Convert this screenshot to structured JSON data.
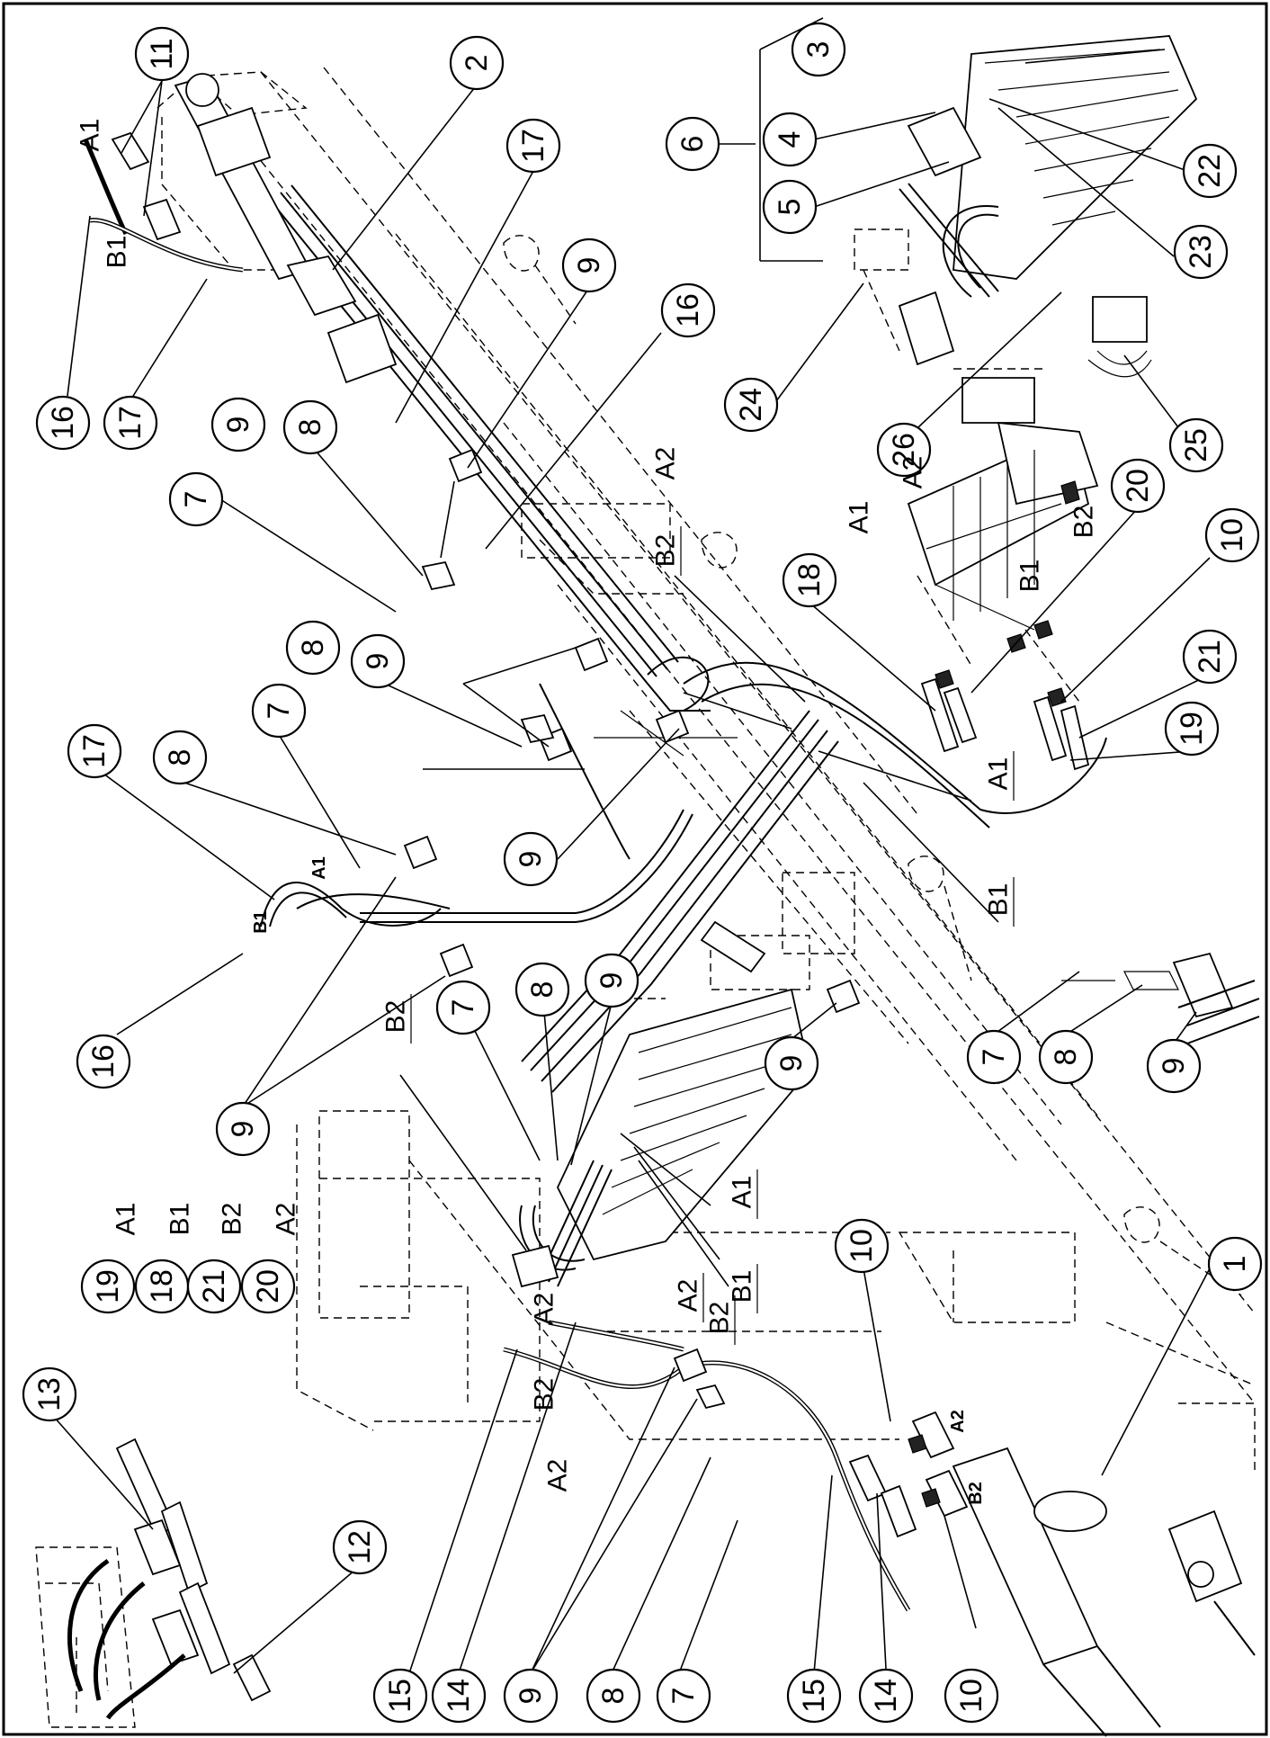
{
  "callouts": [
    {
      "label": "1"
    },
    {
      "label": "2"
    },
    {
      "label": "3"
    },
    {
      "label": "4"
    },
    {
      "label": "5"
    },
    {
      "label": "6"
    },
    {
      "label": "7"
    },
    {
      "label": "7"
    },
    {
      "label": "7"
    },
    {
      "label": "7"
    },
    {
      "label": "7"
    },
    {
      "label": "8"
    },
    {
      "label": "8"
    },
    {
      "label": "8"
    },
    {
      "label": "8"
    },
    {
      "label": "8"
    },
    {
      "label": "8"
    },
    {
      "label": "9"
    },
    {
      "label": "9"
    },
    {
      "label": "9"
    },
    {
      "label": "9"
    },
    {
      "label": "9"
    },
    {
      "label": "9"
    },
    {
      "label": "9"
    },
    {
      "label": "9"
    },
    {
      "label": "9"
    },
    {
      "label": "10"
    },
    {
      "label": "10"
    },
    {
      "label": "10"
    },
    {
      "label": "11"
    },
    {
      "label": "12"
    },
    {
      "label": "13"
    },
    {
      "label": "14"
    },
    {
      "label": "14"
    },
    {
      "label": "15"
    },
    {
      "label": "15"
    },
    {
      "label": "16"
    },
    {
      "label": "16"
    },
    {
      "label": "16"
    },
    {
      "label": "17"
    },
    {
      "label": "17"
    },
    {
      "label": "17"
    },
    {
      "label": "18"
    },
    {
      "label": "18"
    },
    {
      "label": "19"
    },
    {
      "label": "19"
    },
    {
      "label": "20"
    },
    {
      "label": "20"
    },
    {
      "label": "21"
    },
    {
      "label": "21"
    },
    {
      "label": "22"
    },
    {
      "label": "23"
    },
    {
      "label": "24"
    },
    {
      "label": "25"
    },
    {
      "label": "26"
    }
  ],
  "port_labels": [
    {
      "text": "A1"
    },
    {
      "text": "B1"
    },
    {
      "text": "A2"
    },
    {
      "text": "B2"
    },
    {
      "text": "A1"
    },
    {
      "text": "A2"
    },
    {
      "text": "B1"
    },
    {
      "text": "B2"
    },
    {
      "text": "A1"
    },
    {
      "text": "B1"
    },
    {
      "text": "A1"
    },
    {
      "text": "B1"
    },
    {
      "text": "B2"
    },
    {
      "text": "A1"
    },
    {
      "text": "B1"
    },
    {
      "text": "B2"
    },
    {
      "text": "A2"
    },
    {
      "text": "A2"
    },
    {
      "text": "B2"
    },
    {
      "text": "A2"
    },
    {
      "text": "A2"
    },
    {
      "text": "B2"
    },
    {
      "text": "A1"
    },
    {
      "text": "B1"
    },
    {
      "text": "B2"
    },
    {
      "text": "A2"
    }
  ]
}
